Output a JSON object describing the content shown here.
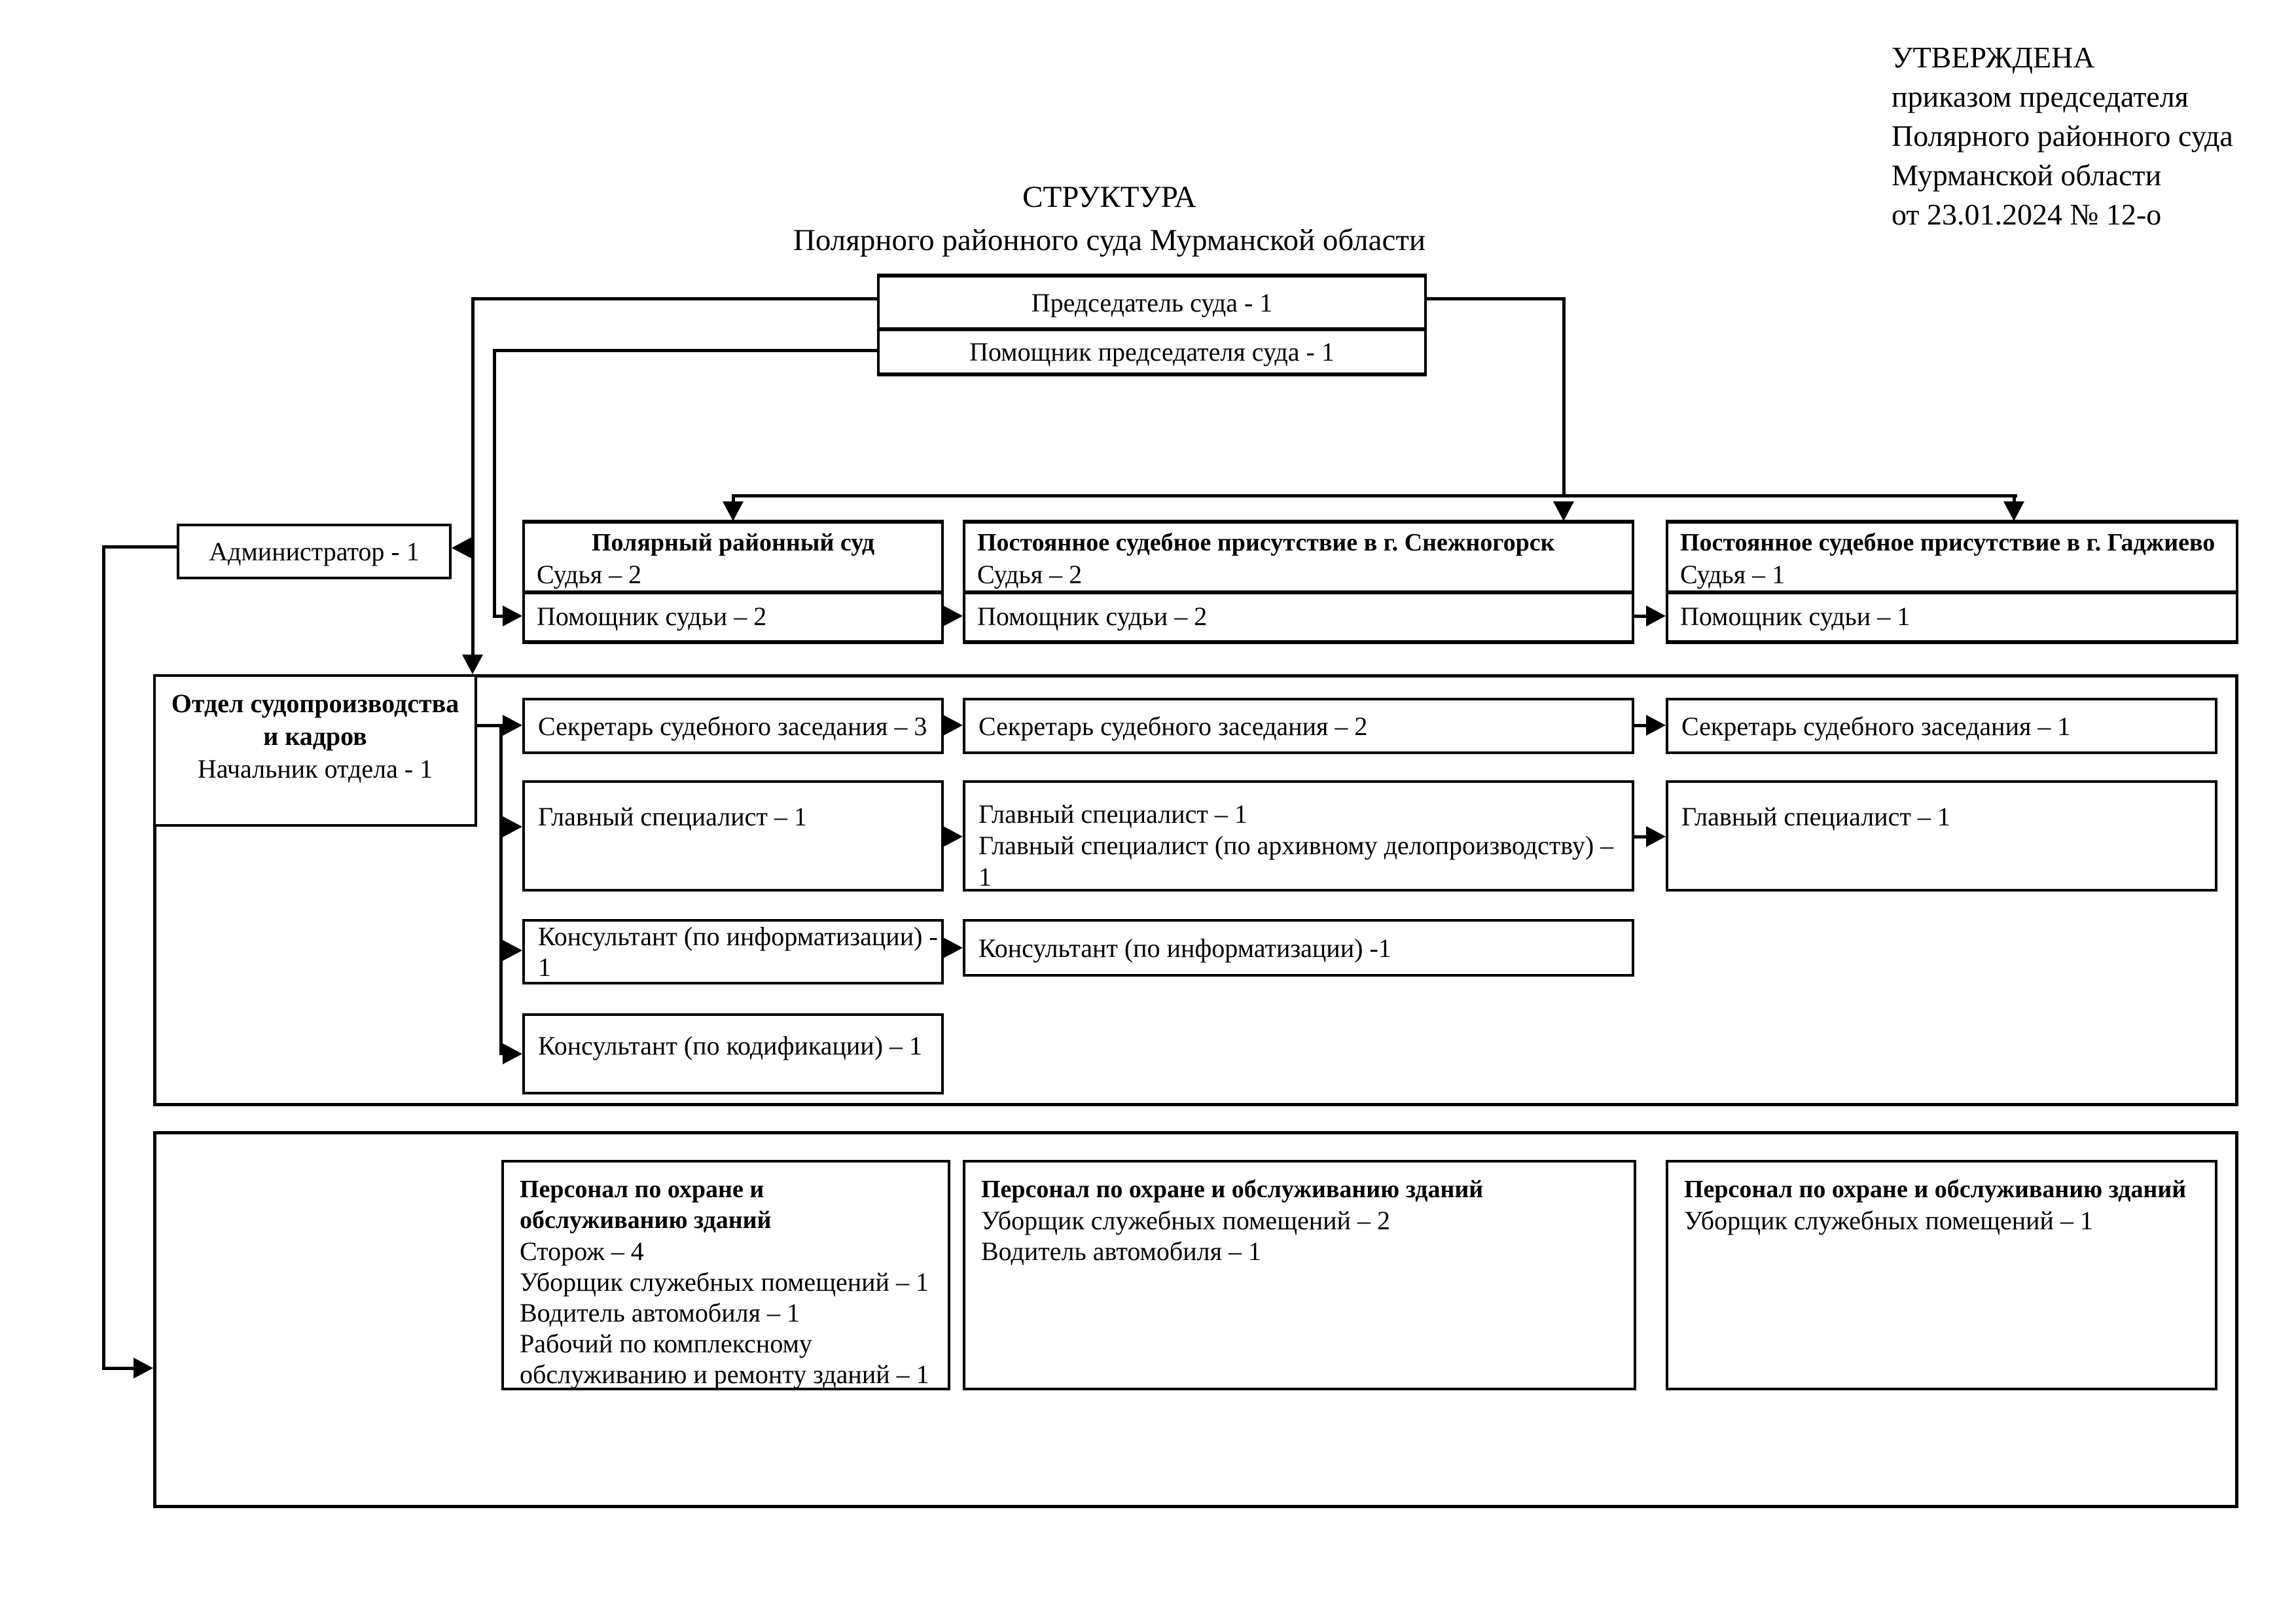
{
  "colors": {
    "ink": "#000000",
    "paper": "#ffffff"
  },
  "approval": {
    "lines": [
      "УТВЕРЖДЕНА",
      "приказом председателя",
      "Полярного районного суда",
      "Мурманской области",
      "от 23.01.2024 № 12-о"
    ]
  },
  "title": {
    "line1": "СТРУКТУРА",
    "line2": "Полярного районного суда Мурманской области"
  },
  "chairman": {
    "top": "Председатель суда - 1",
    "bottom": "Помощник председателя суда - 1"
  },
  "administrator": {
    "label": "Администратор - 1"
  },
  "courts": [
    {
      "name": "Полярный районный суд",
      "judge": "Судья – 2",
      "assistant": "Помощник судьи – 2"
    },
    {
      "name": "Постоянное судебное присутствие в г. Снежногорск",
      "judge": "Судья – 2",
      "assistant": "Помощник судьи – 2"
    },
    {
      "name": "Постоянное судебное присутствие в г. Гаджиево",
      "judge": "Судья – 1",
      "assistant": "Помощник судьи – 1"
    }
  ],
  "department": {
    "title_line1": "Отдел судопроизводства",
    "title_line2": "и кадров",
    "head": "Начальник отдела - 1"
  },
  "secretaries": [
    "Секретарь судебного заседания – 3",
    "Секретарь судебного заседания – 2",
    "Секретарь судебного заседания – 1"
  ],
  "specialists": {
    "left": "Главный специалист – 1",
    "middle_line1": "Главный специалист – 1",
    "middle_line2": "Главный специалист (по архивному делопроизводству) – 1",
    "right": "Главный специалист – 1"
  },
  "consultants": {
    "informatization_left": "Консультант (по информатизации) - 1",
    "informatization_middle": "Консультант (по информатизации) -1",
    "codification": "Консультант (по кодификации) – 1"
  },
  "maintenance": {
    "left": {
      "title_line1": "Персонал по охране и",
      "title_line2": "обслуживанию зданий",
      "lines": [
        "Сторож – 4",
        "Уборщик служебных помещений – 1",
        "Водитель автомобиля – 1",
        "Рабочий по комплексному",
        "обслуживанию и ремонту зданий – 1"
      ]
    },
    "middle": {
      "title": "Персонал по охране и обслуживанию зданий",
      "lines": [
        "Уборщик служебных помещений – 2",
        "Водитель автомобиля – 1"
      ]
    },
    "right": {
      "title": "Персонал по охране и обслуживанию зданий",
      "lines": [
        "Уборщик служебных помещений – 1"
      ]
    }
  }
}
